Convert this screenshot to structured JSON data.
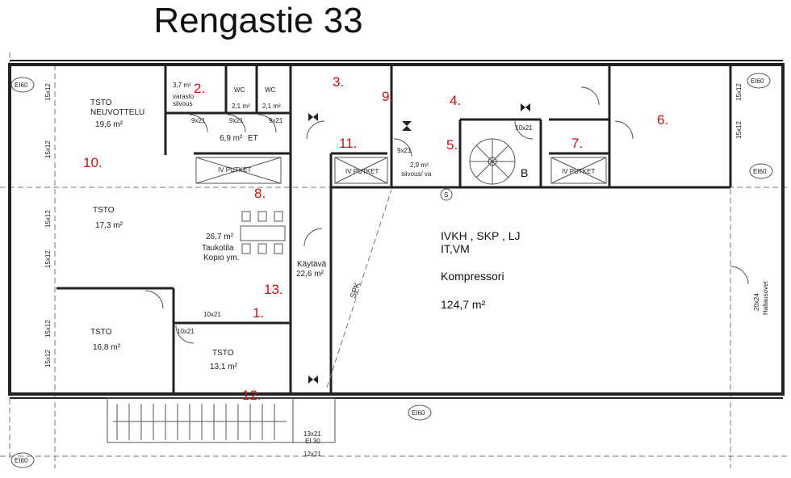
{
  "title": "Rengastie 33",
  "colors": {
    "room_number": "#d01010",
    "walls": "#222222",
    "background": "#ffffff"
  },
  "room_numbers": [
    "1.",
    "2.",
    "3.",
    "4.",
    "5.",
    "6.",
    "7.",
    "8.",
    "9.",
    "10.",
    "11.",
    "12.",
    "13."
  ],
  "rooms": {
    "tsto_neuvottelu": {
      "name1": "TSTO",
      "name2": "NEUVOTTELU",
      "area": "19,6 m²"
    },
    "varasto": {
      "area": "3,7 m²",
      "name1": "varasto",
      "name2": "siivous"
    },
    "wc1": {
      "name": "WC",
      "area": "2,1 m²"
    },
    "wc2": {
      "name": "WC",
      "area": "2,1 m²"
    },
    "et": {
      "area": "6,9 m²",
      "name": "ET"
    },
    "tsto_173": {
      "name": "TSTO",
      "area": "17,3 m²"
    },
    "taukotila": {
      "area": "26,7 m²",
      "name1": "Taukotila",
      "name2": "Kopio ym."
    },
    "kaytava": {
      "name": "Käytävä",
      "area": "22,6 m²"
    },
    "tsto_168": {
      "name": "TSTO",
      "area": "16,8 m²"
    },
    "tsto_131": {
      "name": "TSTO",
      "area": "13,1 m²"
    },
    "siivous_va": {
      "area": "2,9 m²",
      "name": "siivous/ va"
    },
    "compressor": {
      "line1": "IVKH , SKP , LJ",
      "line2": "IT,VM",
      "line3": "Kompressori",
      "area": "124,7 m²"
    }
  },
  "stair_letter": "B",
  "iv_putket": "IV PUTKET",
  "spk": "SPK",
  "s_marker": "S",
  "fire_class": "EI60",
  "fire_class_30": "EI 30",
  "door_labels": {
    "d9x21": "9x21",
    "d10x21": "10x21",
    "d12x21": "12x21",
    "d13x21": "13x21",
    "d20x24": "20x24",
    "d15x12": "15x12"
  },
  "hallausovet": "Hallausovet"
}
